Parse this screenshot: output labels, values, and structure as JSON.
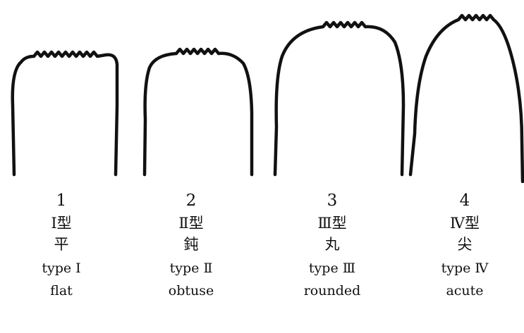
{
  "figures": [
    {
      "number": "1",
      "type_jp": "Ⅰ型",
      "char": "平",
      "type_en": "type Ⅰ",
      "desc": "flat"
    },
    {
      "number": "2",
      "type_jp": "Ⅱ型",
      "char": "鈍",
      "type_en": "type Ⅱ",
      "desc": "obtuse"
    },
    {
      "number": "3",
      "type_jp": "Ⅲ型",
      "char": "丸",
      "type_en": "type Ⅲ",
      "desc": "rounded"
    },
    {
      "number": "4",
      "type_jp": "Ⅳ型",
      "char": "尖",
      "type_en": "type Ⅳ",
      "desc": "acute"
    }
  ]
}
